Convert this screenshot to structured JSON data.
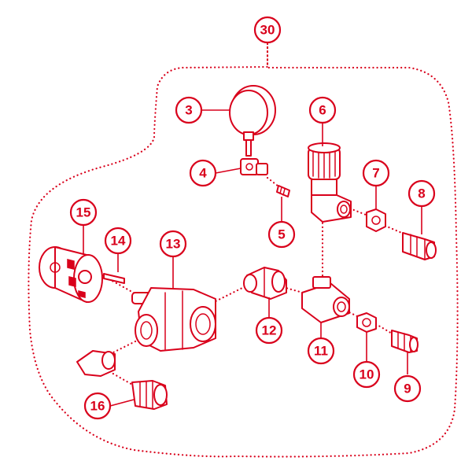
{
  "diagram": {
    "accent_color": "#d9001b",
    "callouts": [
      {
        "id": "30",
        "label": "30",
        "part": "assembly-boundary"
      },
      {
        "id": "3",
        "label": "3",
        "part": "pressure-gauge-icon"
      },
      {
        "id": "4",
        "label": "4",
        "part": "elbow-fitting-icon"
      },
      {
        "id": "5",
        "label": "5",
        "part": "nipple-fitting-icon"
      },
      {
        "id": "6",
        "label": "6",
        "part": "valve-body-icon"
      },
      {
        "id": "7",
        "label": "7",
        "part": "hex-nut-icon"
      },
      {
        "id": "8",
        "label": "8",
        "part": "quick-coupler-icon"
      },
      {
        "id": "9",
        "label": "9",
        "part": "quick-coupler-icon"
      },
      {
        "id": "10",
        "label": "10",
        "part": "hex-nut-icon"
      },
      {
        "id": "11",
        "label": "11",
        "part": "tee-fitting-icon"
      },
      {
        "id": "12",
        "label": "12",
        "part": "elbow-fitting-icon"
      },
      {
        "id": "13",
        "label": "13",
        "part": "pump-body-icon"
      },
      {
        "id": "14",
        "label": "14",
        "part": "shaft-key-icon"
      },
      {
        "id": "15",
        "label": "15",
        "part": "coupling-icon"
      },
      {
        "id": "16",
        "label": "16",
        "part": "quick-coupler-icon"
      }
    ]
  }
}
